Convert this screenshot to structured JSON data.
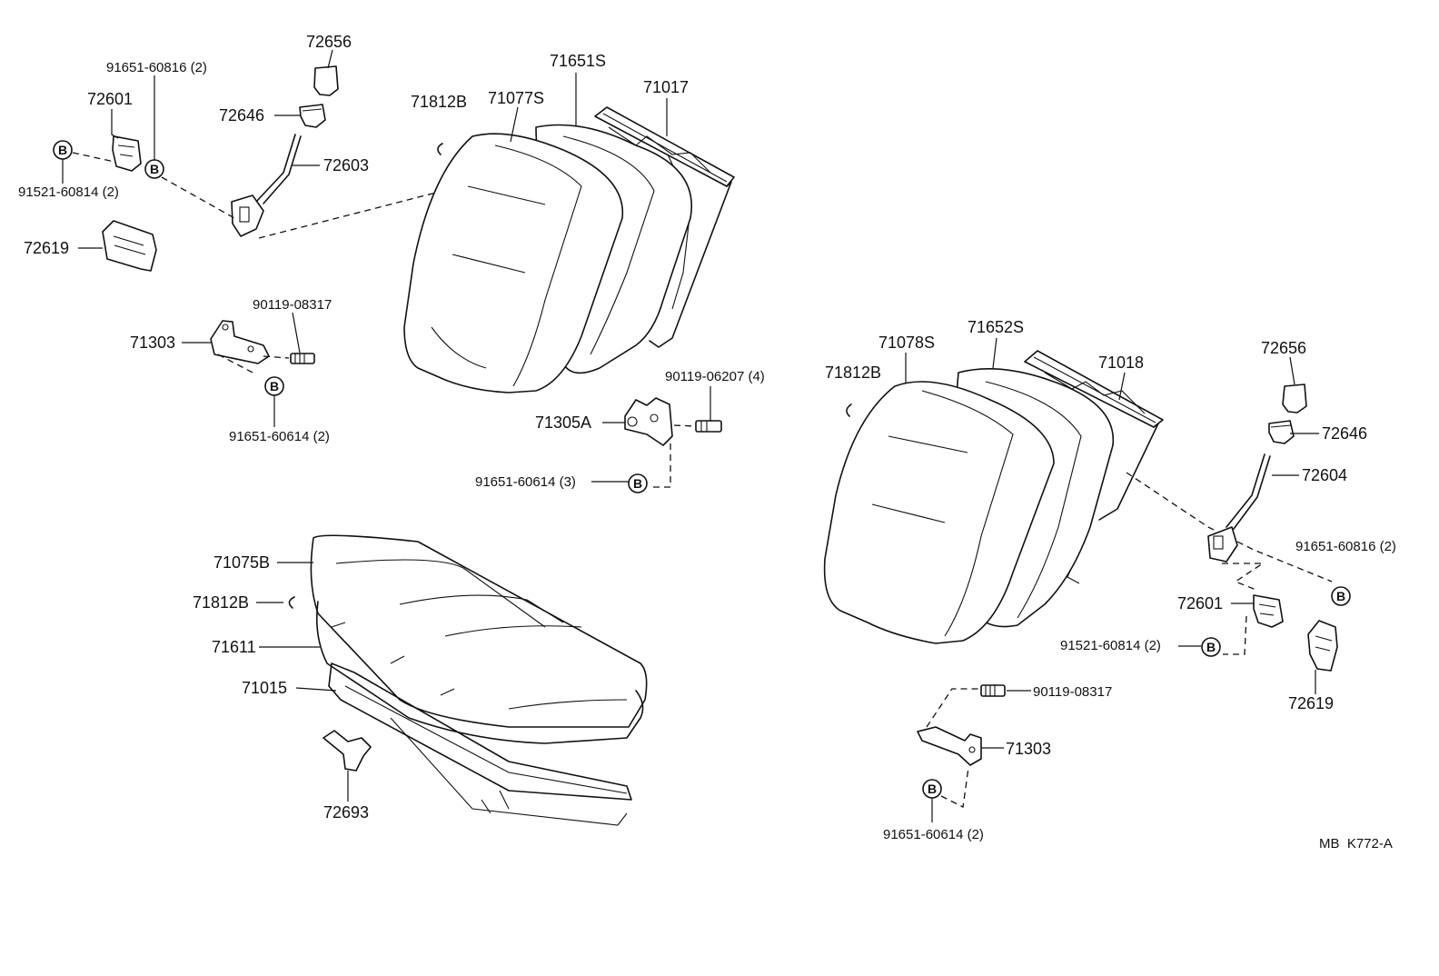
{
  "diagram": {
    "code": "MB  K772-A",
    "bolt_symbol": "B",
    "labels": {
      "l_72656": "72656",
      "l_91651_60816": "91651-60816 (2)",
      "l_72601": "72601",
      "l_72646": "72646",
      "l_72603": "72603",
      "l_91521_60814": "91521-60814 (2)",
      "l_72619": "72619",
      "l_71812B_top": "71812B",
      "l_71077S": "71077S",
      "l_71651S": "71651S",
      "l_71017": "71017",
      "l_90119_08317": "90119-08317",
      "l_71303": "71303",
      "l_91651_60614": "91651-60614 (2)",
      "l_90119_06207": "90119-06207 (4)",
      "l_71305A": "71305A",
      "l_91651_60614_3": "91651-60614 (3)",
      "l_71075B": "71075B",
      "l_71812B_mid": "71812B",
      "l_71611": "71611",
      "l_71015": "71015",
      "l_72693": "72693",
      "r_71078S": "71078S",
      "r_71652S": "71652S",
      "r_71018": "71018",
      "r_72656": "72656",
      "r_71812B": "71812B",
      "r_72646": "72646",
      "r_72604": "72604",
      "r_91651_60816": "91651-60816 (2)",
      "r_72601": "72601",
      "r_91521_60814": "91521-60814 (2)",
      "r_72619": "72619",
      "r_90119_08317": "90119-08317",
      "r_71303": "71303",
      "r_91651_60614": "91651-60614 (2)"
    }
  }
}
